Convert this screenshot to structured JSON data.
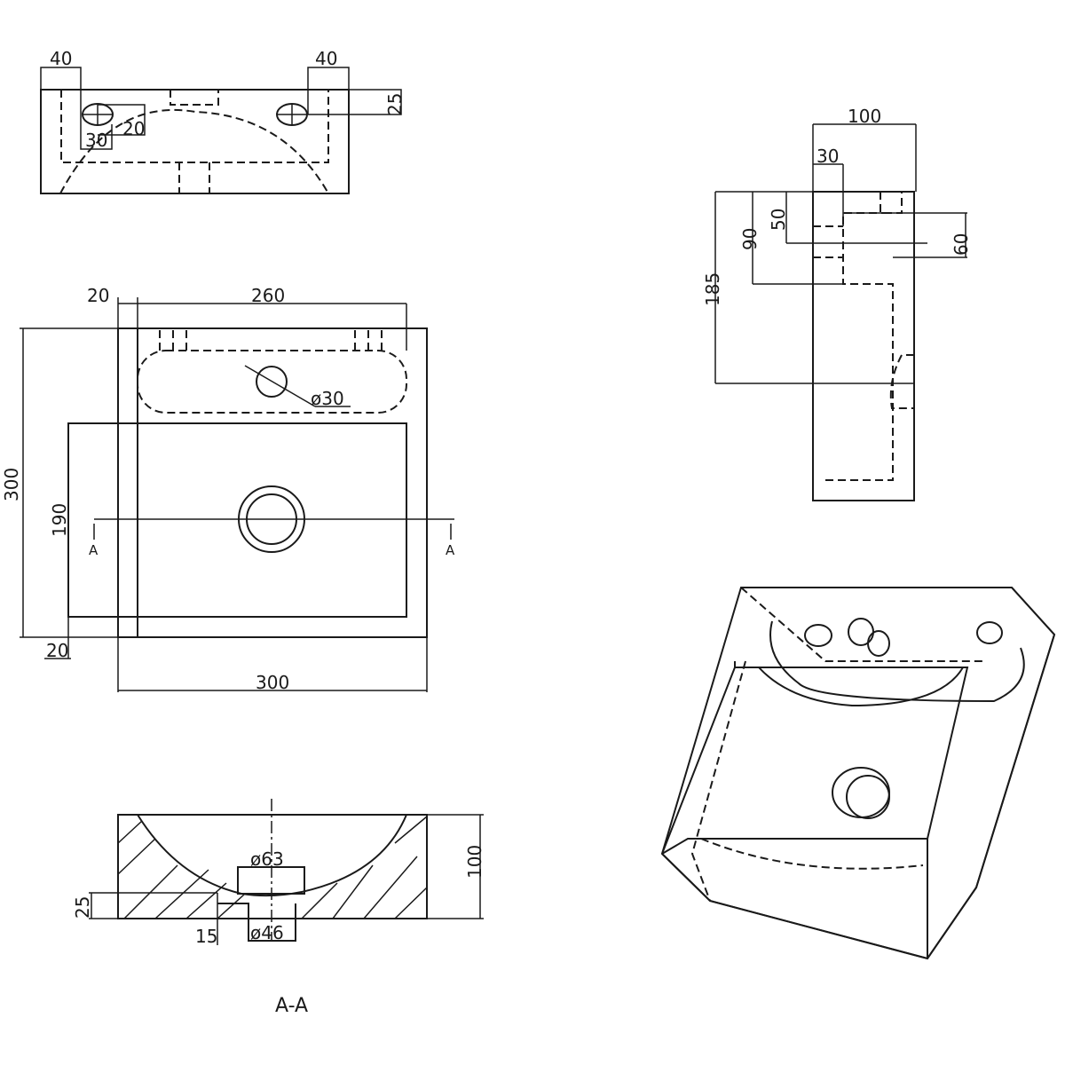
{
  "top_view": {
    "dim_left": "40",
    "dim_right": "40",
    "dim_depth": "25",
    "dim_hole_h": "20",
    "dim_hole_w": "30"
  },
  "plan_view": {
    "dim_rim": "20",
    "dim_width_inner": "260",
    "dim_tap_hole": "ø30",
    "dim_height": "300",
    "dim_basin": "190",
    "section_left": "A",
    "section_right": "A",
    "dim_bottom": "20",
    "dim_width": "300"
  },
  "side_view": {
    "dim_depth": "100",
    "dim_wall": "30",
    "dim_50": "50",
    "dim_90": "90",
    "dim_60": "60",
    "dim_185": "185"
  },
  "section_view": {
    "dim_outlet_top": "ø63",
    "dim_outlet_bottom": "ø46",
    "dim_height": "100",
    "dim_25": "25",
    "dim_15": "15",
    "title": "A-A"
  }
}
